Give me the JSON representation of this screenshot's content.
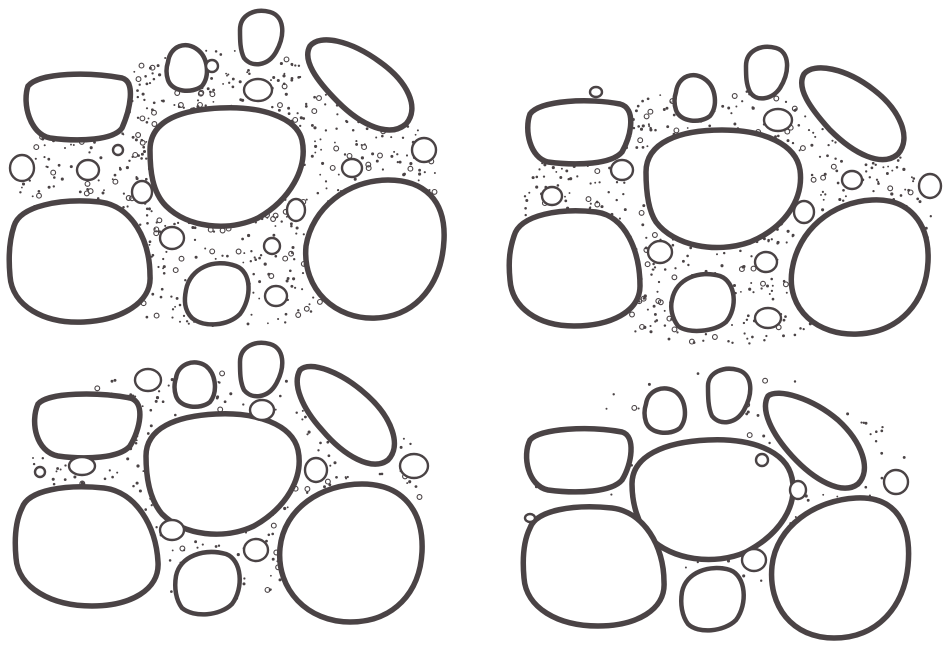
{
  "diagram": {
    "panels": [
      {
        "id": "top-left",
        "fines": "high"
      },
      {
        "id": "top-right",
        "fines": "medium-high"
      },
      {
        "id": "bottom-left",
        "fines": "medium"
      },
      {
        "id": "bottom-right",
        "fines": "low"
      }
    ],
    "colors": {
      "outline": "#4a4345",
      "fill": "#ffffff",
      "background": "#ffffff"
    }
  }
}
